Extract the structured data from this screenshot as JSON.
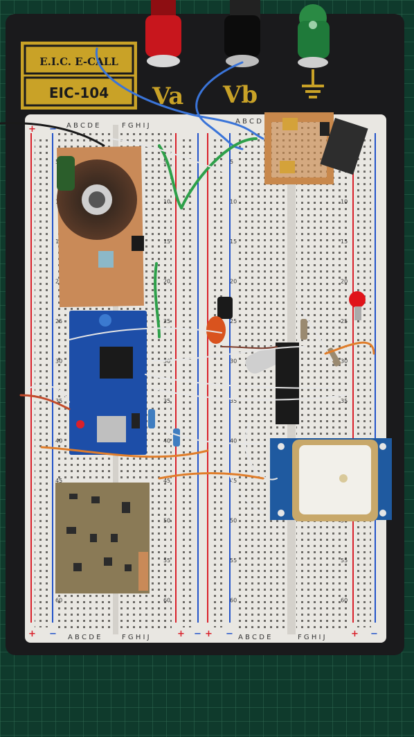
{
  "photo": {
    "brand_text": "E.I.C. E-CALL",
    "model_text": "EIC-104",
    "terminal_labels": [
      "Va",
      "Vb"
    ],
    "column_letters_left": "A B C D E",
    "column_letters_right": "F G H I J",
    "row_numbers": [
      "5",
      "10",
      "15",
      "20",
      "25",
      "30",
      "35",
      "40",
      "45",
      "50",
      "55",
      "60"
    ],
    "rail_plus": "+",
    "rail_minus": "−",
    "colors": {
      "cutting_mat": "#0f3a2c",
      "board_frame": "#1a1a1c",
      "breadboard": "#e9e7e2",
      "gold_label": "#c9a227",
      "red_terminal": "#c8161d",
      "black_terminal": "#111111",
      "green_terminal": "#1f7a3a",
      "module_blue": "#1d4ea8",
      "copper": "#c98a58"
    }
  }
}
